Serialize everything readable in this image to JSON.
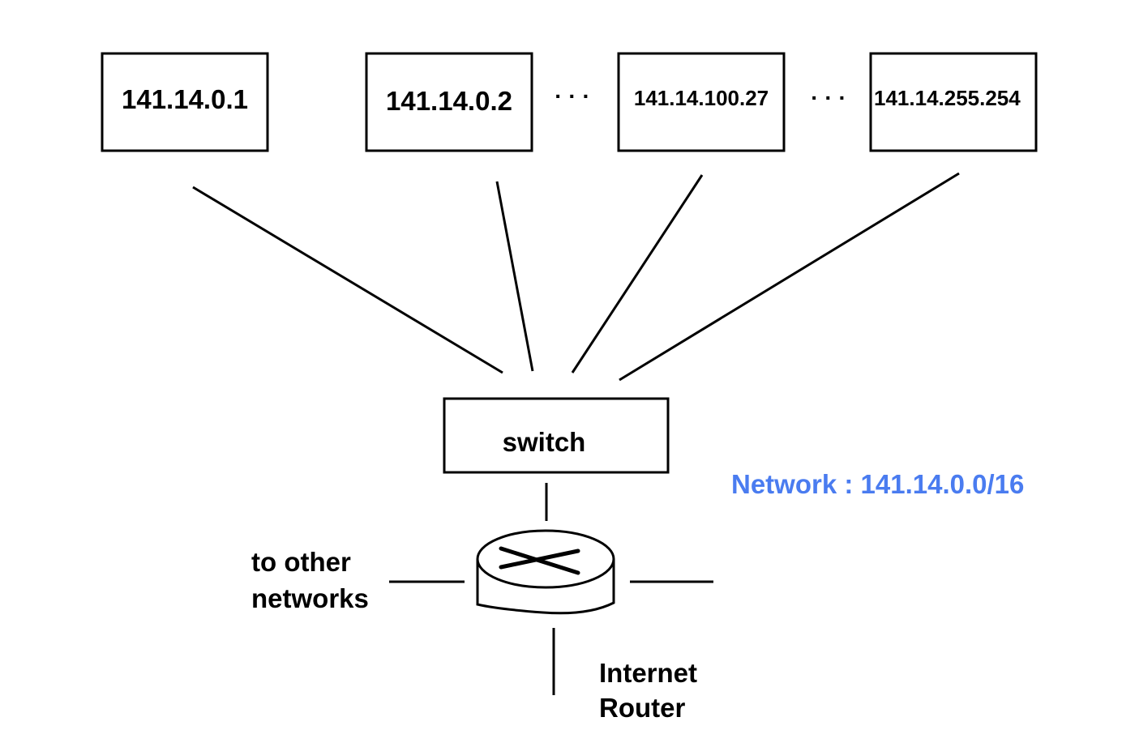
{
  "diagram": {
    "hosts": [
      {
        "label": "141.14.0.1"
      },
      {
        "label": "141.14.0.2"
      },
      {
        "label": "141.14.100.27"
      },
      {
        "label": "141.14.255.254"
      }
    ],
    "ellipsis_1": "· · ·",
    "ellipsis_2": "· · ·",
    "switch": {
      "label": "switch"
    },
    "router": {
      "icon": "router-icon",
      "label_line1": "Internet",
      "label_line2": "Router"
    },
    "other_networks": {
      "line1": "to other",
      "line2": "networks"
    },
    "network_label": "Network : 141.14.0.0/16",
    "colors": {
      "network_label": "#4a7cf0",
      "stroke": "#000000"
    }
  }
}
